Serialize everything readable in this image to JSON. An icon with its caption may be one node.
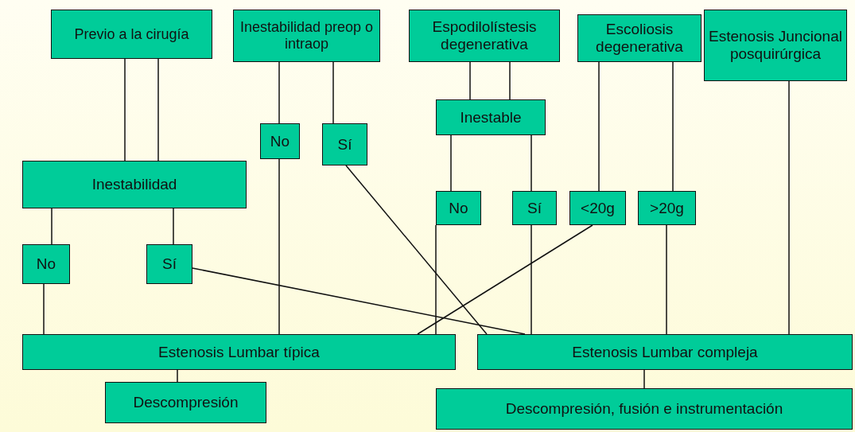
{
  "diagram": {
    "nodes": [
      {
        "text": [
          "Previo a la cirugía"
        ]
      },
      {
        "text": [
          "Inestabilidad preop o intraop"
        ]
      },
      {
        "text": [
          "Espodilolístesis degenerativa"
        ]
      },
      {
        "text": [
          "Escoliosis degenerativa"
        ]
      },
      {
        "text": [
          "Estenosis Juncional posquirúrgica"
        ]
      },
      {
        "text": [
          "Inestable"
        ]
      },
      {
        "text": [
          "No"
        ]
      },
      {
        "text": [
          "Sí"
        ]
      },
      {
        "text": [
          "Inestabilidad"
        ]
      },
      {
        "text": [
          "No"
        ]
      },
      {
        "text": [
          "Sí"
        ]
      },
      {
        "text": [
          "<20g"
        ]
      },
      {
        "text": [
          ">20g"
        ]
      },
      {
        "text": [
          "No"
        ]
      },
      {
        "text": [
          "Sí"
        ]
      },
      {
        "text": [
          "Estenosis Lumbar típica"
        ]
      },
      {
        "text": [
          "Estenosis Lumbar compleja"
        ]
      },
      {
        "text": [
          "Descompresión"
        ]
      },
      {
        "text": [
          "Descompresión, fusión e instrumentación"
        ]
      }
    ],
    "edges": [
      {
        "from": 0,
        "to": 8,
        "arrow": "none"
      },
      {
        "from": 0,
        "to": 8,
        "arrow": "none"
      },
      {
        "from": 1,
        "to": 6,
        "arrow": "none"
      },
      {
        "from": 1,
        "to": 7,
        "arrow": "none"
      },
      {
        "from": 2,
        "to": 5,
        "arrow": "none"
      },
      {
        "from": 2,
        "to": 5,
        "arrow": "none"
      },
      {
        "from": 5,
        "to": 9,
        "arrow": "none"
      },
      {
        "from": 5,
        "to": 10,
        "arrow": "none"
      },
      {
        "from": 3,
        "to": 11,
        "arrow": "none"
      },
      {
        "from": 3,
        "to": 12,
        "arrow": "none"
      },
      {
        "from": 8,
        "to": 13,
        "arrow": "none"
      },
      {
        "from": 8,
        "to": 14,
        "arrow": "none"
      },
      {
        "from": 6,
        "to": 15,
        "arrow": "none"
      },
      {
        "from": 7,
        "to": 16,
        "arrow": "none"
      },
      {
        "from": 9,
        "to": 15,
        "arrow": "none"
      },
      {
        "from": 10,
        "to": 16,
        "arrow": "none"
      },
      {
        "from": 11,
        "to": 15,
        "arrow": "none"
      },
      {
        "from": 12,
        "to": 16,
        "arrow": "none"
      },
      {
        "from": 13,
        "to": 15,
        "arrow": "none"
      },
      {
        "from": 14,
        "to": 16,
        "arrow": "none"
      },
      {
        "from": 4,
        "to": 16,
        "arrow": "none"
      },
      {
        "from": 15,
        "to": 17,
        "arrow": "none"
      },
      {
        "from": 16,
        "to": 18,
        "arrow": "none"
      }
    ]
  }
}
